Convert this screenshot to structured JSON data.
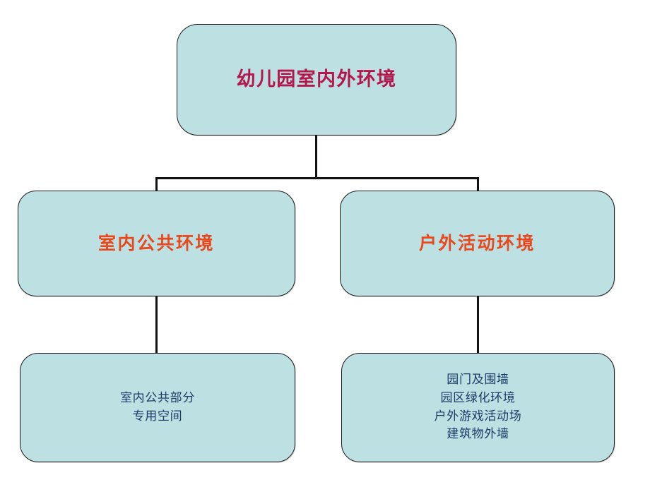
{
  "diagram": {
    "title": "幼儿园室内外环境",
    "theme": {
      "node_fill": "#bde0e3",
      "node_border": "#1a1a1a",
      "connector": "#111111",
      "root_text": "#b5174c",
      "branch_text": "#e8481c",
      "leaf_text": "#1b3b66",
      "background": "#ffffff"
    },
    "nodes": {
      "root": {
        "label": "幼儿园室内外环境"
      },
      "indoor": {
        "label": "室内公共环境"
      },
      "outdoor": {
        "label": "户外活动环境"
      },
      "indoor_items": {
        "lines": [
          "室内公共部分",
          "专用空间"
        ]
      },
      "outdoor_items": {
        "lines": [
          "园门及围墙",
          "园区绿化环境",
          "户外游戏活动场",
          "建筑物外墙"
        ]
      }
    }
  }
}
